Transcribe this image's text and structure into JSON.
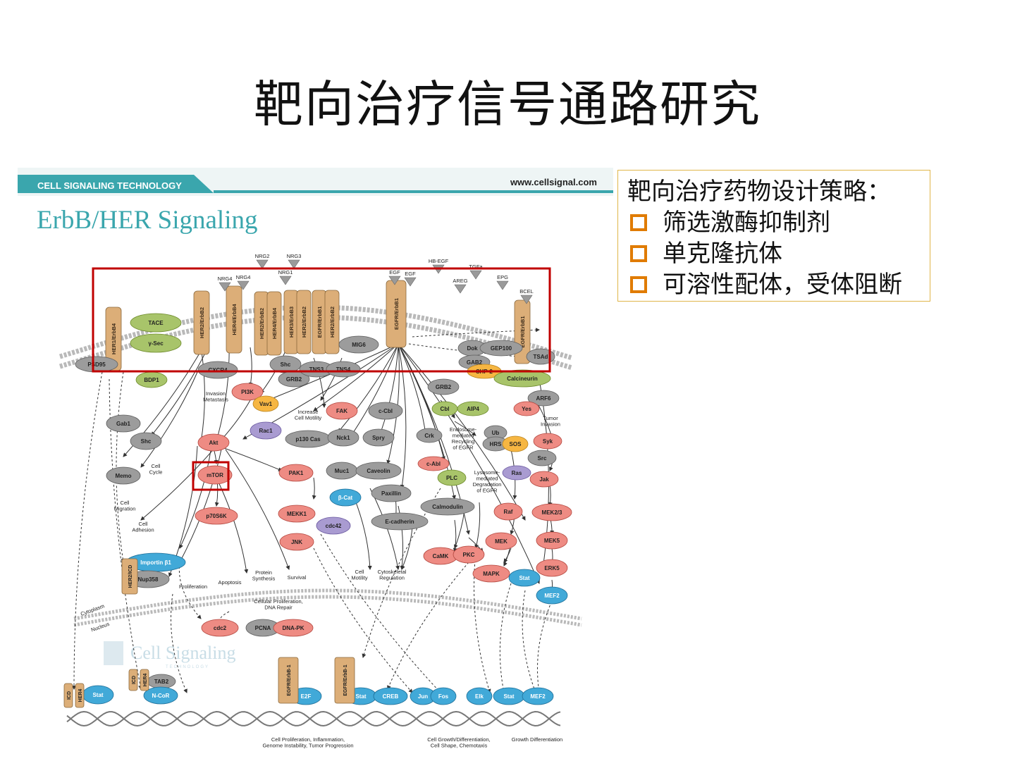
{
  "slide": {
    "title": "靶向治疗信号通路研究"
  },
  "figure": {
    "brand": "CELL SIGNALING TECHNOLOGY",
    "url": "www.cellsignal.com",
    "title": "ErbB/HER Signaling",
    "watermark": "Cell Signaling",
    "watermark_sub": "TECHNOLOGY",
    "ligands": [
      "NRG2",
      "NRG3",
      "NRG4",
      "NRG4",
      "NRG1",
      "EGF",
      "EGF",
      "HB-EGF",
      "TGFa",
      "AREG",
      "EPG",
      "BCEL"
    ],
    "receptors": [
      "HER1/ErbB4",
      "HER2/ErbB2",
      "HER4/ErbB4",
      "HER2/ErbB2",
      "HER4/ErbB4",
      "HER3/ErbB3",
      "HER2/ErbB2",
      "EGFR/ErbB1",
      "HER2/ErbB2",
      "EGFR/ErbB1",
      "EGFR/ErbB1"
    ],
    "nodes": {
      "tace": "TACE",
      "ysec": "γ-Sec",
      "psd95": "PSD95",
      "mig6": "MIG6",
      "dok": "Dok",
      "gep100": "GEP100",
      "tsad": "TSAd",
      "gab2": "GAB2",
      "shp2": "SHP-2",
      "cxcr4": "CXCR4",
      "shc1": "Shc",
      "grb2a": "GRB2",
      "tns3": "TNS3",
      "tns4": "TNS4",
      "calcineurin": "Calcineurin",
      "bdp1": "BDP1",
      "pi3k": "PI3K",
      "vav1": "Vav1",
      "fak": "FAK",
      "ccbl": "c-Cbl",
      "grb2b": "GRB2",
      "cbl": "Cbl",
      "aip4": "AIP4",
      "arf6": "ARF6",
      "yes": "Yes",
      "gab1": "Gab1",
      "rac1": "Rac1",
      "p130cas": "p130 Cas",
      "nck1": "Nck1",
      "spry": "Spry",
      "crk": "Crk",
      "ub": "Ub",
      "hrs": "HRS",
      "sos": "SOS",
      "syk": "Syk",
      "shc2": "Shc",
      "akt": "Akt",
      "cabl": "c-Abl",
      "src": "Src",
      "memo": "Memo",
      "mtor": "mTOR",
      "pak1": "PAK1",
      "muc1": "Muc1",
      "caveolin": "Caveolin",
      "plc": "PLC",
      "ras": "Ras",
      "jak": "Jak",
      "bcat": "β-Cat",
      "paxillin": "Paxillin",
      "p70s6k": "p70S6K",
      "mekk1": "MEKK1",
      "calmodulin": "Calmodulin",
      "raf": "Raf",
      "mek23": "MEK2/3",
      "ecadherin": "E-cadherin",
      "cdc42": "cdc42",
      "jnk": "JNK",
      "mek": "MEK",
      "mek5": "MEK5",
      "importin": "Importin β1",
      "camk": "CaMK",
      "pkc": "PKC",
      "erk5": "ERK5",
      "nup358": "Nup358",
      "mapk": "MAPK",
      "stat1": "Stat",
      "mef2a": "MEF2",
      "cdc2": "cdc2",
      "pcna": "PCNA",
      "dnapk": "DNA-PK",
      "tab2": "TAB2",
      "stat2": "Stat",
      "ncor": "N-CoR",
      "e2f": "E2F",
      "stat3": "Stat",
      "creb": "CREB",
      "jun": "Jun",
      "fos": "Fos",
      "elk": "Elk",
      "stat4": "Stat",
      "mef2b": "MEF2",
      "icd1": "ICD",
      "her4a": "HER4",
      "icd2": "ICD",
      "her4b": "HER4",
      "her2icd": "HER2/ICD",
      "egfr_n1": "EGFR/ErbB-1",
      "egfr_n2": "EGFR/ErbB-1"
    },
    "labels": {
      "invasion": "Invasion Metastasis",
      "increase_motility": "Increase Cell Motility",
      "endosome": "Endosome-mediated Recycling of EGFR",
      "tumor_invasion": "Tumor Invasion",
      "cell_cycle": "Cell Cycle",
      "lysosome": "Lysosome-mediated Degradation of EGFR",
      "cell_migration": "Cell Migration",
      "cell_adhesion": "Cell Adhesion",
      "proliferation": "Proliferation",
      "apoptosis": "Apoptosis",
      "protein_synthesis": "Protein Synthesis",
      "survival": "Survival",
      "cell_motility": "Cell Motility",
      "cytoskeletal": "Cytoskeletal Regulation",
      "cytoplasm": "Cytoplasm",
      "nucleus": "Nucleus",
      "cellular_prolif": "Cellular Proliferation, DNA Repair",
      "out1": "Cell Proliferation, Inflammation, Genome Instability, Tumor Progression",
      "out2": "Cell Growth/Differentiation, Cell Shape, Chemotaxis",
      "out3": "Growth Differentiation"
    }
  },
  "strategy": {
    "title": "靶向治疗药物设计策略：",
    "items": [
      "筛选激酶抑制剂",
      "单克隆抗体",
      "可溶性配体，受体阻断"
    ]
  },
  "colors": {
    "highlight": "#c00000",
    "box_border": "#e0b64a",
    "bullet": "#e07b00",
    "teal": "#3aa6ad"
  }
}
